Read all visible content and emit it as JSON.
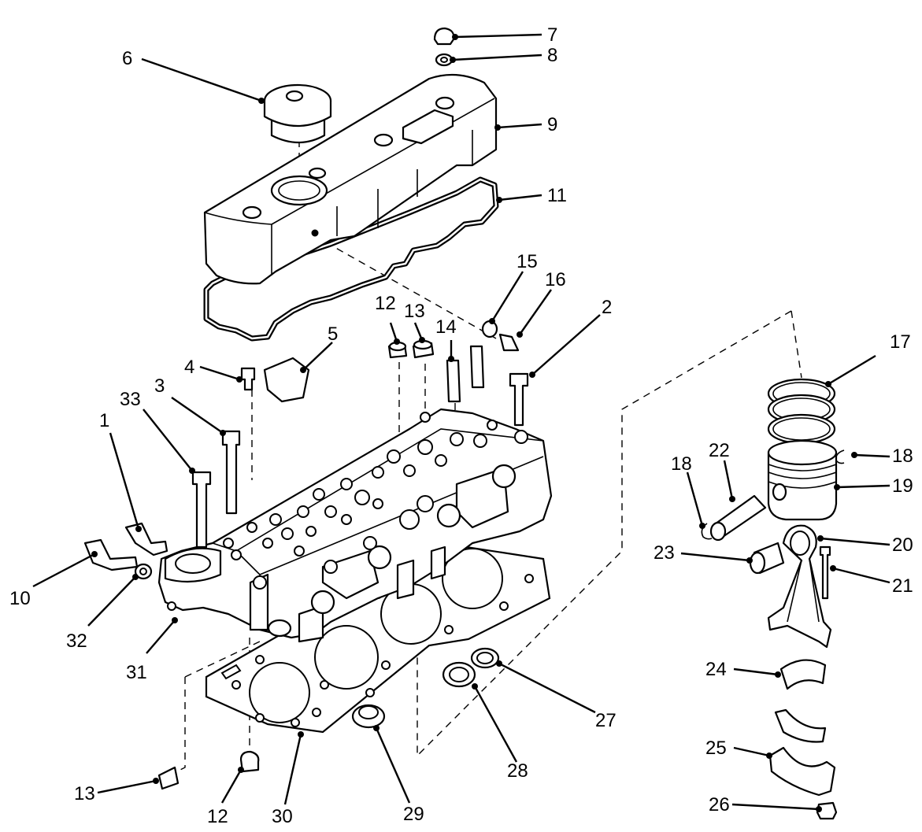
{
  "callouts": [
    {
      "id": "c1",
      "text": "1"
    },
    {
      "id": "c2",
      "text": "2"
    },
    {
      "id": "c3",
      "text": "3"
    },
    {
      "id": "c4",
      "text": "4"
    },
    {
      "id": "c5",
      "text": "5"
    },
    {
      "id": "c6",
      "text": "6"
    },
    {
      "id": "c7",
      "text": "7"
    },
    {
      "id": "c8",
      "text": "8"
    },
    {
      "id": "c9",
      "text": "9"
    },
    {
      "id": "c10",
      "text": "10"
    },
    {
      "id": "c11",
      "text": "11"
    },
    {
      "id": "c12a",
      "text": "12"
    },
    {
      "id": "c12b",
      "text": "12"
    },
    {
      "id": "c13a",
      "text": "13"
    },
    {
      "id": "c13b",
      "text": "13"
    },
    {
      "id": "c14",
      "text": "14"
    },
    {
      "id": "c15",
      "text": "15"
    },
    {
      "id": "c16",
      "text": "16"
    },
    {
      "id": "c17",
      "text": "17"
    },
    {
      "id": "c18a",
      "text": "18"
    },
    {
      "id": "c18b",
      "text": "18"
    },
    {
      "id": "c19",
      "text": "19"
    },
    {
      "id": "c20",
      "text": "20"
    },
    {
      "id": "c21",
      "text": "21"
    },
    {
      "id": "c22",
      "text": "22"
    },
    {
      "id": "c23",
      "text": "23"
    },
    {
      "id": "c24",
      "text": "24"
    },
    {
      "id": "c25",
      "text": "25"
    },
    {
      "id": "c26",
      "text": "26"
    },
    {
      "id": "c27",
      "text": "27"
    },
    {
      "id": "c28",
      "text": "28"
    },
    {
      "id": "c29",
      "text": "29"
    },
    {
      "id": "c30",
      "text": "30"
    },
    {
      "id": "c31",
      "text": "31"
    },
    {
      "id": "c32",
      "text": "32"
    },
    {
      "id": "c33",
      "text": "33"
    }
  ]
}
